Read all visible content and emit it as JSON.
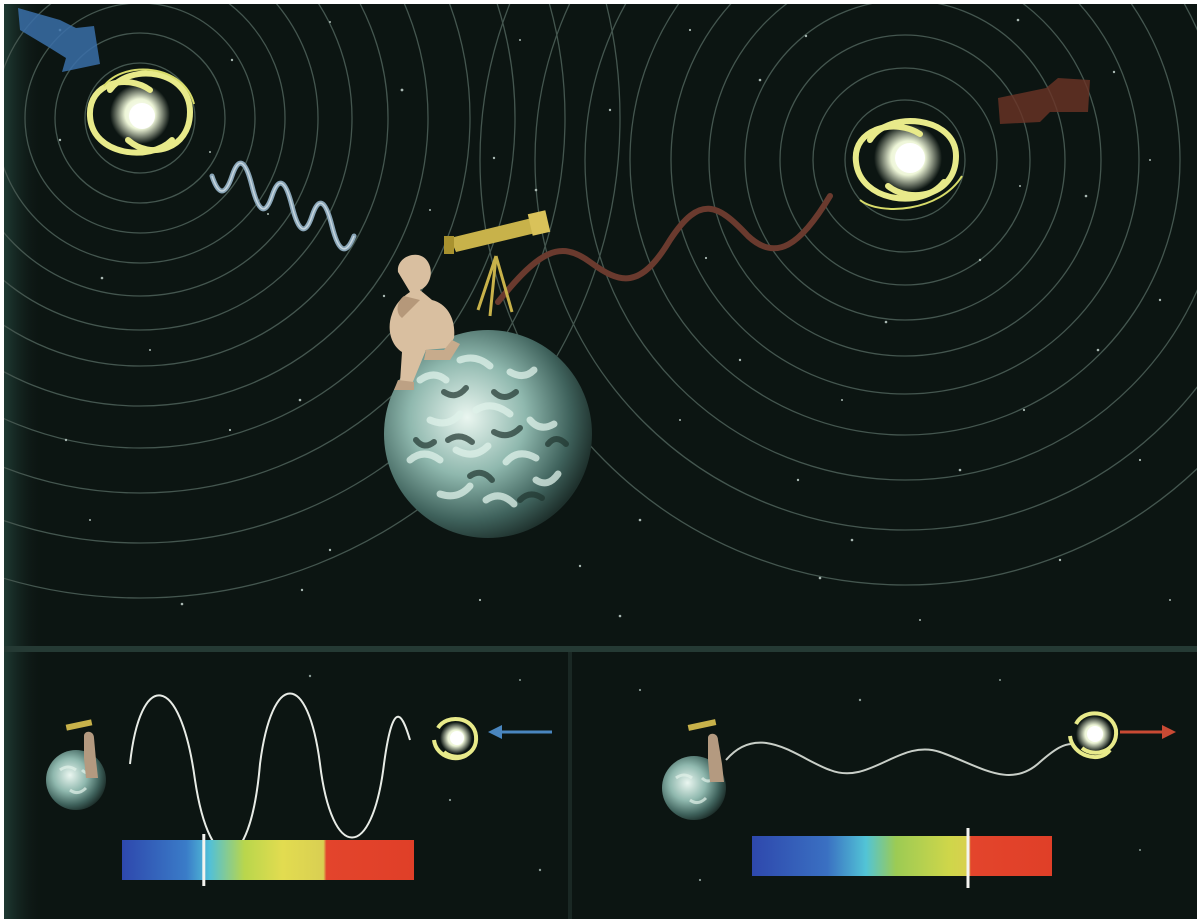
{
  "illustration": {
    "subject": "doppler-shift-redshift-blueshift",
    "panels": [
      "main-scene",
      "approaching-galaxy-blueshift",
      "receding-galaxy-redshift"
    ]
  },
  "colors": {
    "space_background": "#0c1512",
    "frame_border": "#ffffff",
    "divider": "#3d5750",
    "orbit_rings": "#44564f",
    "galaxy_arm": "#e8ea8a",
    "galaxy_core": "#f6fbe6",
    "blue_wave": "#8aa6b8",
    "red_wave": "#6a3a2e",
    "blue_arrow": "#3a6ea8",
    "red_arrow": "#7a3a2c",
    "small_blue_arrow": "#4a86bf",
    "small_red_arrow": "#c94a34",
    "spectrum_blue": "#2e4bb0",
    "spectrum_cyan": "#4ab8d8",
    "spectrum_green": "#b4d24a",
    "spectrum_yellow": "#e6da4c",
    "spectrum_red": "#e3452c",
    "spectral_line": "#f4f4f0",
    "earth_light": "#c9e4dc",
    "earth_dark": "#3a5a55",
    "figure_skin": "#d9bfa0",
    "telescope": "#c8b24a"
  },
  "icons": {
    "left_galaxy": "spiral-galaxy-icon",
    "right_galaxy": "spiral-galaxy-icon",
    "earth": "planet-earth-icon",
    "observer": "seated-thinker-figure-icon",
    "telescope": "telescope-icon",
    "approach_arrow": "arrow-down-right-icon",
    "recede_arrow": "arrow-right-icon"
  },
  "spectra": {
    "blueshift_line_position_fraction": 0.28,
    "redshift_line_position_fraction": 0.72
  }
}
